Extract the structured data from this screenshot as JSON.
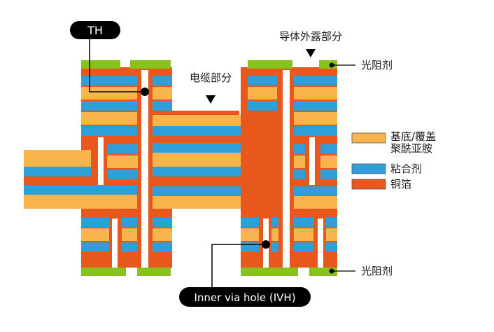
{
  "labels": {
    "th": "TH",
    "ivh": "Inner via hole (IVH)",
    "exposed": "导体外露部分",
    "cable": "电缆部分",
    "resist_top": "光阻剂",
    "resist_bottom": "光阻剂"
  },
  "legend": [
    {
      "line1": "基底/覆盖",
      "line2": "聚酰亚胺",
      "color": "#f9b54b"
    },
    {
      "line1": "粘合剂",
      "line2": "",
      "color": "#2e9fd9"
    },
    {
      "line1": "铜箔",
      "line2": "",
      "color": "#e8571c"
    }
  ],
  "colors": {
    "polyimide": "#f9b54b",
    "adhesive": "#2e9fd9",
    "copper": "#e8571c",
    "resist": "#88c21c",
    "pill": "#000000"
  }
}
